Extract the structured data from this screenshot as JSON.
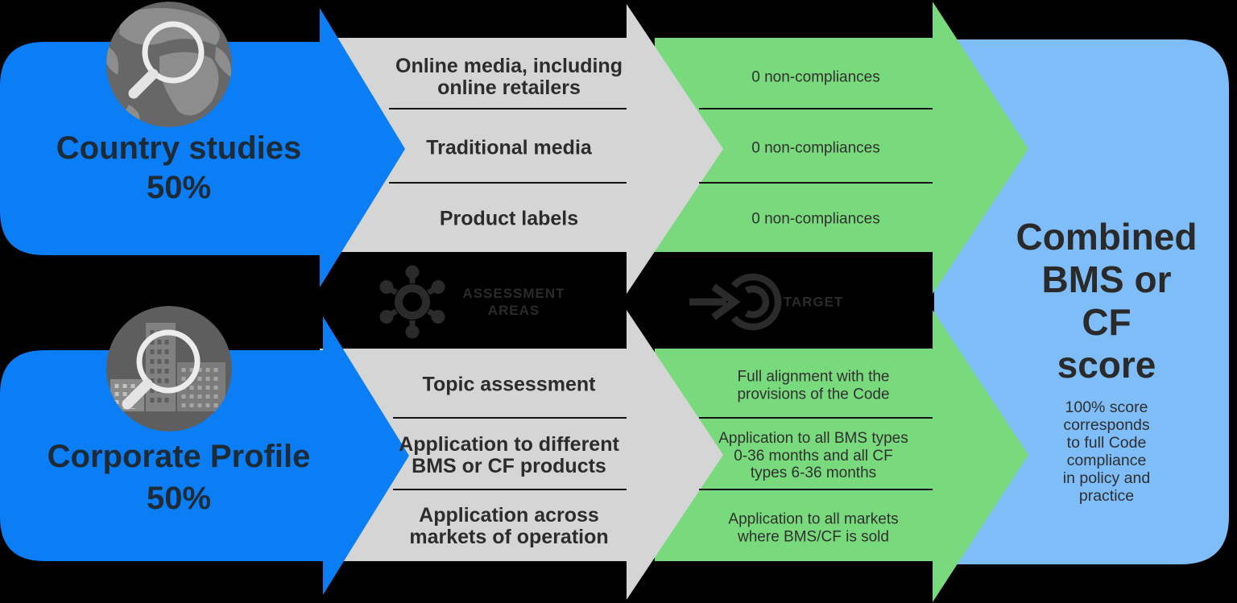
{
  "palette": {
    "background": "#000000",
    "accent_blue": "#0b7ef5",
    "assessment_gray": "#d5d5d5",
    "target_green": "#79da7d",
    "combined_light_blue": "#7fbdf8",
    "dark_text": "#2c2c2c",
    "band_glyph": "#2b2b2b",
    "badge_gray": "#676767",
    "magnifier_white": "#ececec"
  },
  "icons": [
    "globe-magnifier-icon",
    "buildings-magnifier-icon",
    "hub-icon",
    "target-icon"
  ],
  "sources": {
    "top": {
      "title": "Country studies",
      "pct": "50%"
    },
    "bottom": {
      "title": "Corporate Profile",
      "pct": "50%"
    }
  },
  "band": {
    "assessment": "ASSESSMENT\nAREAS",
    "target": "TARGET"
  },
  "assessment_rows": {
    "top": [
      "Online media, including\nonline retailers",
      "Traditional media",
      "Product labels"
    ],
    "bottom": [
      "Topic assessment",
      "Application to different\nBMS or CF products",
      "Application across\nmarkets of operation"
    ]
  },
  "target_rows": {
    "top": [
      "0 non-compliances",
      "0 non-compliances",
      "0 non-compliances"
    ],
    "bottom": [
      "Full alignment with the\nprovisions of the Code",
      "Application to all BMS types\n0-36 months and all CF\ntypes 6-36 months",
      "Application to all markets\nwhere BMS/CF is sold"
    ]
  },
  "combined": {
    "title": "Combined\nBMS or CF\nscore",
    "subtitle": "100% score\ncorresponds\nto full Code\ncompliance\nin policy and\npractice"
  }
}
